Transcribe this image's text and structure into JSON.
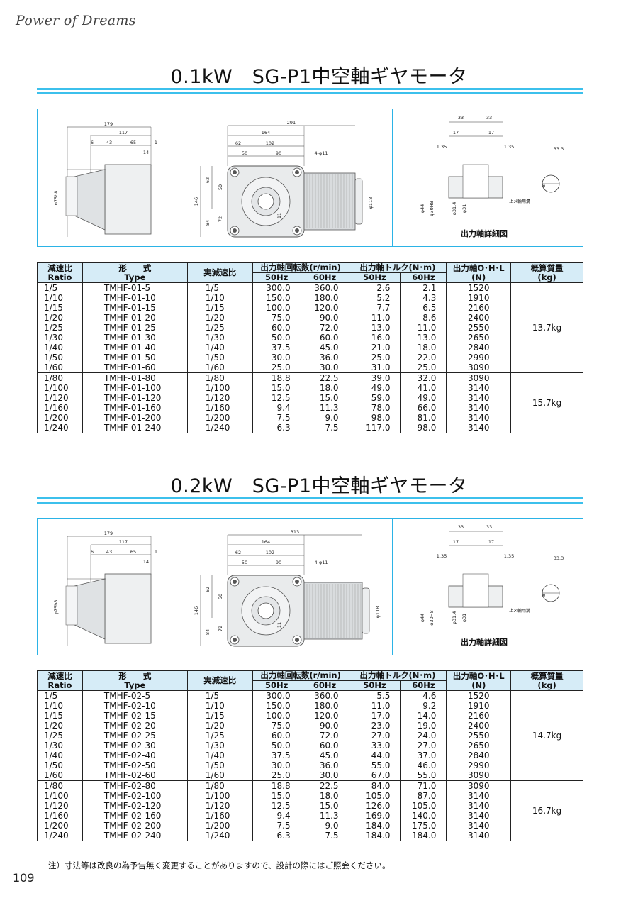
{
  "brand": "Power of Dreams",
  "page_number": "109",
  "note": "注）寸法等は改良の為予告無く変更することがありますので、設計の際にはご照会ください。",
  "figure_caption": "出力軸詳細図",
  "header": {
    "ratio_jp": "減速比",
    "ratio_en": "Ratio",
    "type_jp": "形　　式",
    "type_en": "Type",
    "actual_ratio": "実減速比",
    "speed": "出力軸回転数(r/min)",
    "torque": "出力軸トルク(N･m)",
    "ohl": "出力軸O･H･L",
    "ohl_unit": "(N)",
    "mass": "概算質量",
    "mass_unit": "(kg)",
    "hz50": "50Hz",
    "hz60": "60Hz"
  },
  "sections": [
    {
      "title": "0.1kW　SG-P1中空軸ギヤモータ",
      "dims": {
        "len_total": "291",
        "len_side": "164",
        "d62": "62",
        "d102": "102",
        "d50": "50",
        "d90": "90",
        "holes": "4-φ11",
        "d146": "146",
        "d84": "84",
        "d72": "72",
        "d11": "11",
        "phi118": "φ118",
        "w179": "179",
        "w117": "117",
        "w6": "6",
        "w43": "43",
        "w65": "65",
        "w14": "14",
        "w1": "1",
        "phi75": "φ75h8",
        "s33a": "33",
        "s33b": "33",
        "s17a": "17",
        "s17b": "17",
        "s135a": "1.35",
        "s135b": "1.35",
        "s333": "33.3",
        "s8": "8",
        "s44": "φ44",
        "s30": "φ30H8",
        "s314": "φ31.4",
        "s31": "φ31",
        "keyway": "止メ輪用溝"
      },
      "mass_groups": [
        "13.7kg",
        "15.7kg"
      ],
      "rows": [
        [
          "1/5",
          "TMHF-01-5",
          "1/5",
          "300.0",
          "360.0",
          "2.6",
          "2.1",
          "1520"
        ],
        [
          "1/10",
          "TMHF-01-10",
          "1/10",
          "150.0",
          "180.0",
          "5.2",
          "4.3",
          "1910"
        ],
        [
          "1/15",
          "TMHF-01-15",
          "1/15",
          "100.0",
          "120.0",
          "7.7",
          "6.5",
          "2160"
        ],
        [
          "1/20",
          "TMHF-01-20",
          "1/20",
          "75.0",
          "90.0",
          "11.0",
          "8.6",
          "2400"
        ],
        [
          "1/25",
          "TMHF-01-25",
          "1/25",
          "60.0",
          "72.0",
          "13.0",
          "11.0",
          "2550"
        ],
        [
          "1/30",
          "TMHF-01-30",
          "1/30",
          "50.0",
          "60.0",
          "16.0",
          "13.0",
          "2650"
        ],
        [
          "1/40",
          "TMHF-01-40",
          "1/40",
          "37.5",
          "45.0",
          "21.0",
          "18.0",
          "2840"
        ],
        [
          "1/50",
          "TMHF-01-50",
          "1/50",
          "30.0",
          "36.0",
          "25.0",
          "22.0",
          "2990"
        ],
        [
          "1/60",
          "TMHF-01-60",
          "1/60",
          "25.0",
          "30.0",
          "31.0",
          "25.0",
          "3090"
        ],
        [
          "1/80",
          "TMHF-01-80",
          "1/80",
          "18.8",
          "22.5",
          "39.0",
          "32.0",
          "3090"
        ],
        [
          "1/100",
          "TMHF-01-100",
          "1/100",
          "15.0",
          "18.0",
          "49.0",
          "41.0",
          "3140"
        ],
        [
          "1/120",
          "TMHF-01-120",
          "1/120",
          "12.5",
          "15.0",
          "59.0",
          "49.0",
          "3140"
        ],
        [
          "1/160",
          "TMHF-01-160",
          "1/160",
          "9.4",
          "11.3",
          "78.0",
          "66.0",
          "3140"
        ],
        [
          "1/200",
          "TMHF-01-200",
          "1/200",
          "7.5",
          "9.0",
          "98.0",
          "81.0",
          "3140"
        ],
        [
          "1/240",
          "TMHF-01-240",
          "1/240",
          "6.3",
          "7.5",
          "117.0",
          "98.0",
          "3140"
        ]
      ]
    },
    {
      "title": "0.2kW　SG-P1中空軸ギヤモータ",
      "dims": {
        "len_total": "313",
        "len_side": "164",
        "d62": "62",
        "d102": "102",
        "d50": "50",
        "d90": "90",
        "holes": "4-φ11",
        "d146": "146",
        "d84": "84",
        "d72": "72",
        "d11": "11",
        "phi118": "φ118",
        "w179": "179",
        "w117": "117",
        "w6": "6",
        "w43": "43",
        "w65": "65",
        "w14": "14",
        "w1": "1",
        "phi75": "φ75h8",
        "s33a": "33",
        "s33b": "33",
        "s17a": "17",
        "s17b": "17",
        "s135a": "1.35",
        "s135b": "1.35",
        "s333": "33.3",
        "s8": "8",
        "s44": "φ44",
        "s30": "φ30H8",
        "s314": "φ31.4",
        "s31": "φ31",
        "keyway": "止メ輪用溝"
      },
      "mass_groups": [
        "14.7kg",
        "16.7kg"
      ],
      "rows": [
        [
          "1/5",
          "TMHF-02-5",
          "1/5",
          "300.0",
          "360.0",
          "5.5",
          "4.6",
          "1520"
        ],
        [
          "1/10",
          "TMHF-02-10",
          "1/10",
          "150.0",
          "180.0",
          "11.0",
          "9.2",
          "1910"
        ],
        [
          "1/15",
          "TMHF-02-15",
          "1/15",
          "100.0",
          "120.0",
          "17.0",
          "14.0",
          "2160"
        ],
        [
          "1/20",
          "TMHF-02-20",
          "1/20",
          "75.0",
          "90.0",
          "23.0",
          "19.0",
          "2400"
        ],
        [
          "1/25",
          "TMHF-02-25",
          "1/25",
          "60.0",
          "72.0",
          "27.0",
          "24.0",
          "2550"
        ],
        [
          "1/30",
          "TMHF-02-30",
          "1/30",
          "50.0",
          "60.0",
          "33.0",
          "27.0",
          "2650"
        ],
        [
          "1/40",
          "TMHF-02-40",
          "1/40",
          "37.5",
          "45.0",
          "44.0",
          "37.0",
          "2840"
        ],
        [
          "1/50",
          "TMHF-02-50",
          "1/50",
          "30.0",
          "36.0",
          "55.0",
          "46.0",
          "2990"
        ],
        [
          "1/60",
          "TMHF-02-60",
          "1/60",
          "25.0",
          "30.0",
          "67.0",
          "55.0",
          "3090"
        ],
        [
          "1/80",
          "TMHF-02-80",
          "1/80",
          "18.8",
          "22.5",
          "84.0",
          "71.0",
          "3090"
        ],
        [
          "1/100",
          "TMHF-02-100",
          "1/100",
          "15.0",
          "18.0",
          "105.0",
          "87.0",
          "3140"
        ],
        [
          "1/120",
          "TMHF-02-120",
          "1/120",
          "12.5",
          "15.0",
          "126.0",
          "105.0",
          "3140"
        ],
        [
          "1/160",
          "TMHF-02-160",
          "1/160",
          "9.4",
          "11.3",
          "169.0",
          "140.0",
          "3140"
        ],
        [
          "1/200",
          "TMHF-02-200",
          "1/200",
          "7.5",
          "9.0",
          "184.0",
          "175.0",
          "3140"
        ],
        [
          "1/240",
          "TMHF-02-240",
          "1/240",
          "6.3",
          "7.5",
          "184.0",
          "184.0",
          "3140"
        ]
      ]
    }
  ]
}
